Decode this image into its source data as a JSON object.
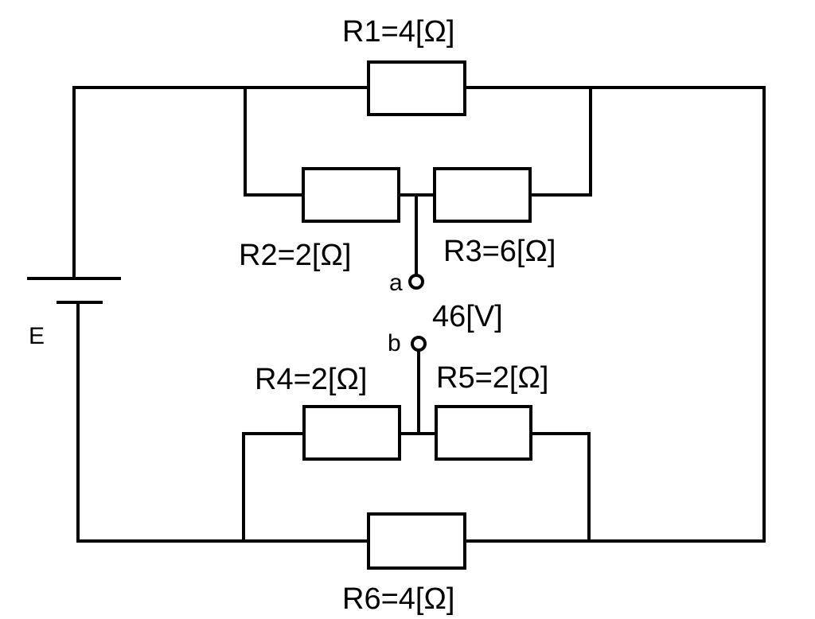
{
  "circuit": {
    "battery_label": "E",
    "voltage_label": "46[V]",
    "terminals": {
      "a": "a",
      "b": "b"
    },
    "resistors": {
      "r1": "R1=4[Ω]",
      "r2": "R2=2[Ω]",
      "r3": "R3=6[Ω]",
      "r4": "R4=2[Ω]",
      "r5": "R5=2[Ω]",
      "r6": "R6=4[Ω]"
    }
  }
}
